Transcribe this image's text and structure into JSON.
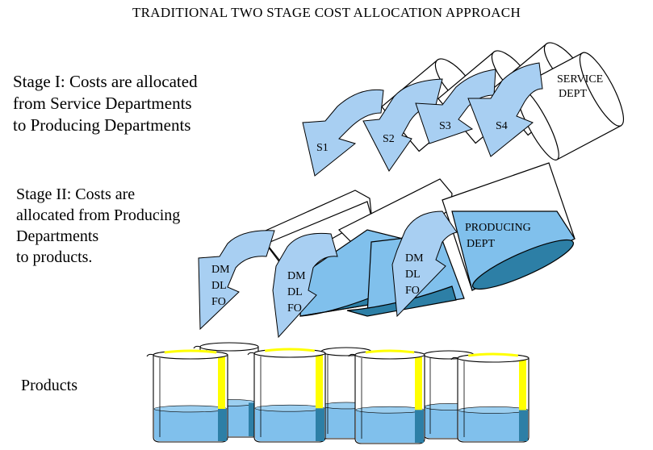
{
  "title": "TRADITIONAL TWO STAGE COST ALLOCATION APPROACH",
  "stage1": {
    "lines": [
      "Stage I: Costs are allocated",
      "from Service Departments",
      "to Producing Departments"
    ]
  },
  "stage2": {
    "lines": [
      "Stage II: Costs are",
      "allocated from Producing",
      "Departments",
      "to products."
    ]
  },
  "products_label": "Products",
  "service_dept": {
    "line1": "SERVICE",
    "line2": "DEPT"
  },
  "producing_dept": {
    "line1": "PRODUCING",
    "line2": "DEPT"
  },
  "service_arrows": [
    "S1",
    "S2",
    "S3",
    "S4"
  ],
  "cost_elements": [
    "DM",
    "DL",
    "FO"
  ],
  "colors": {
    "arrow_fill": "#a8cff2",
    "liquid": "#80c0ec",
    "liquid_dark": "#2d7fa6",
    "glass_edge": "#000000",
    "highlight": "#ffff00"
  }
}
